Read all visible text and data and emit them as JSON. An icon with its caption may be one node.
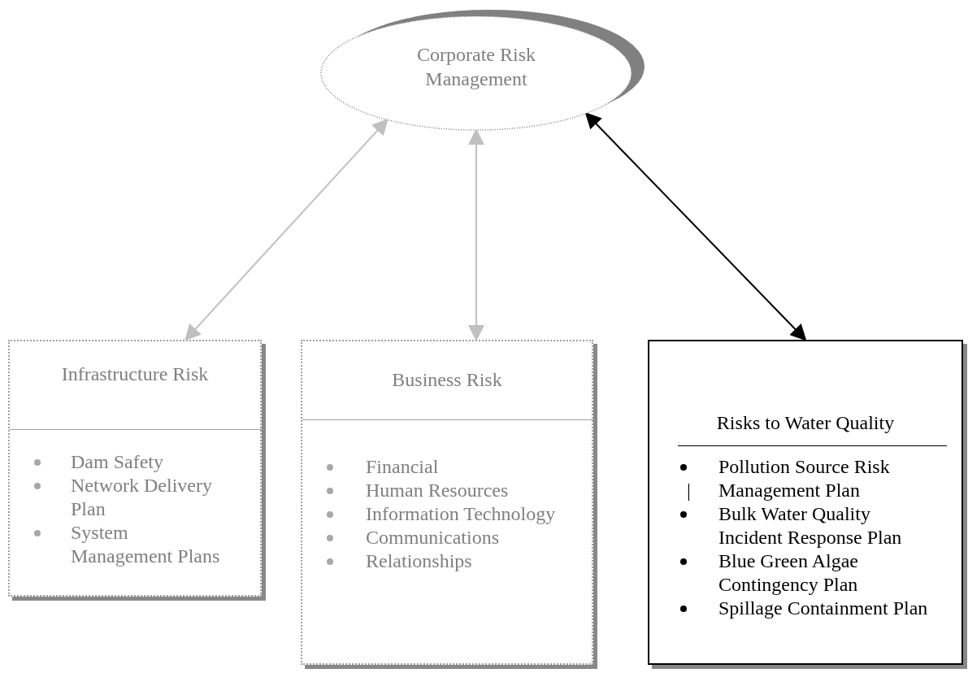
{
  "diagram": {
    "nodes": [
      {
        "text": [
          "Corporate Risk Management"
        ]
      },
      {
        "text": [
          "Infrastructure Risk",
          "Dam Safety",
          "Network Delivery Plan",
          "System Management Plans"
        ]
      },
      {
        "text": [
          "Business Risk",
          "Financial",
          "Human Resources",
          "Information Technology",
          "Communications",
          "Relationships"
        ]
      },
      {
        "text": [
          "Risks to Water Quality",
          "Pollution Source Risk Management Plan",
          "Bulk Water Quality Incident Response Plan",
          "Blue Green Algae Contingency Plan",
          "Spillage Containment Plan"
        ]
      }
    ],
    "edges": [
      {
        "from": 0,
        "to": 1,
        "arrow": "both",
        "color": "#c0c0c0"
      },
      {
        "from": 0,
        "to": 2,
        "arrow": "both",
        "color": "#c0c0c0"
      },
      {
        "from": 0,
        "to": 3,
        "arrow": "both",
        "color": "#000000"
      }
    ],
    "labels": [
      "|"
    ]
  }
}
